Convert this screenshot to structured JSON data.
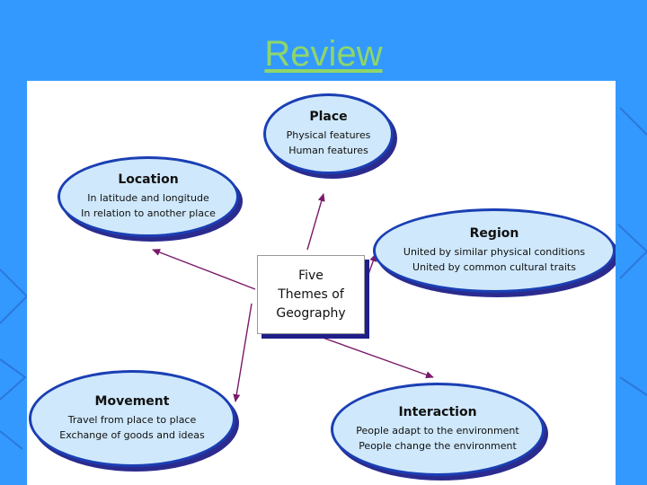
{
  "slide": {
    "title": "Review"
  },
  "diagram": {
    "center": {
      "lines": [
        "Five",
        "Themes of",
        "Geography"
      ]
    },
    "nodes": {
      "place": {
        "title": "Place",
        "lines": [
          "Physical features",
          "Human features"
        ]
      },
      "location": {
        "title": "Location",
        "lines": [
          "In latitude and longitude",
          "In relation to another place"
        ]
      },
      "region": {
        "title": "Region",
        "lines": [
          "United by similar physical conditions",
          "United by common cultural traits"
        ]
      },
      "movement": {
        "title": "Movement",
        "lines": [
          "Travel from place to place",
          "Exchange of goods and ideas"
        ]
      },
      "interaction": {
        "title": "Interaction",
        "lines": [
          "People adapt to the environment",
          "People change the environment"
        ]
      }
    }
  },
  "colors": {
    "background": "#3399ff",
    "title": "#8ed66a",
    "node_fill": "#cfe8fb",
    "node_border": "#1a3fb4",
    "arrow": "#7a1a6a"
  }
}
